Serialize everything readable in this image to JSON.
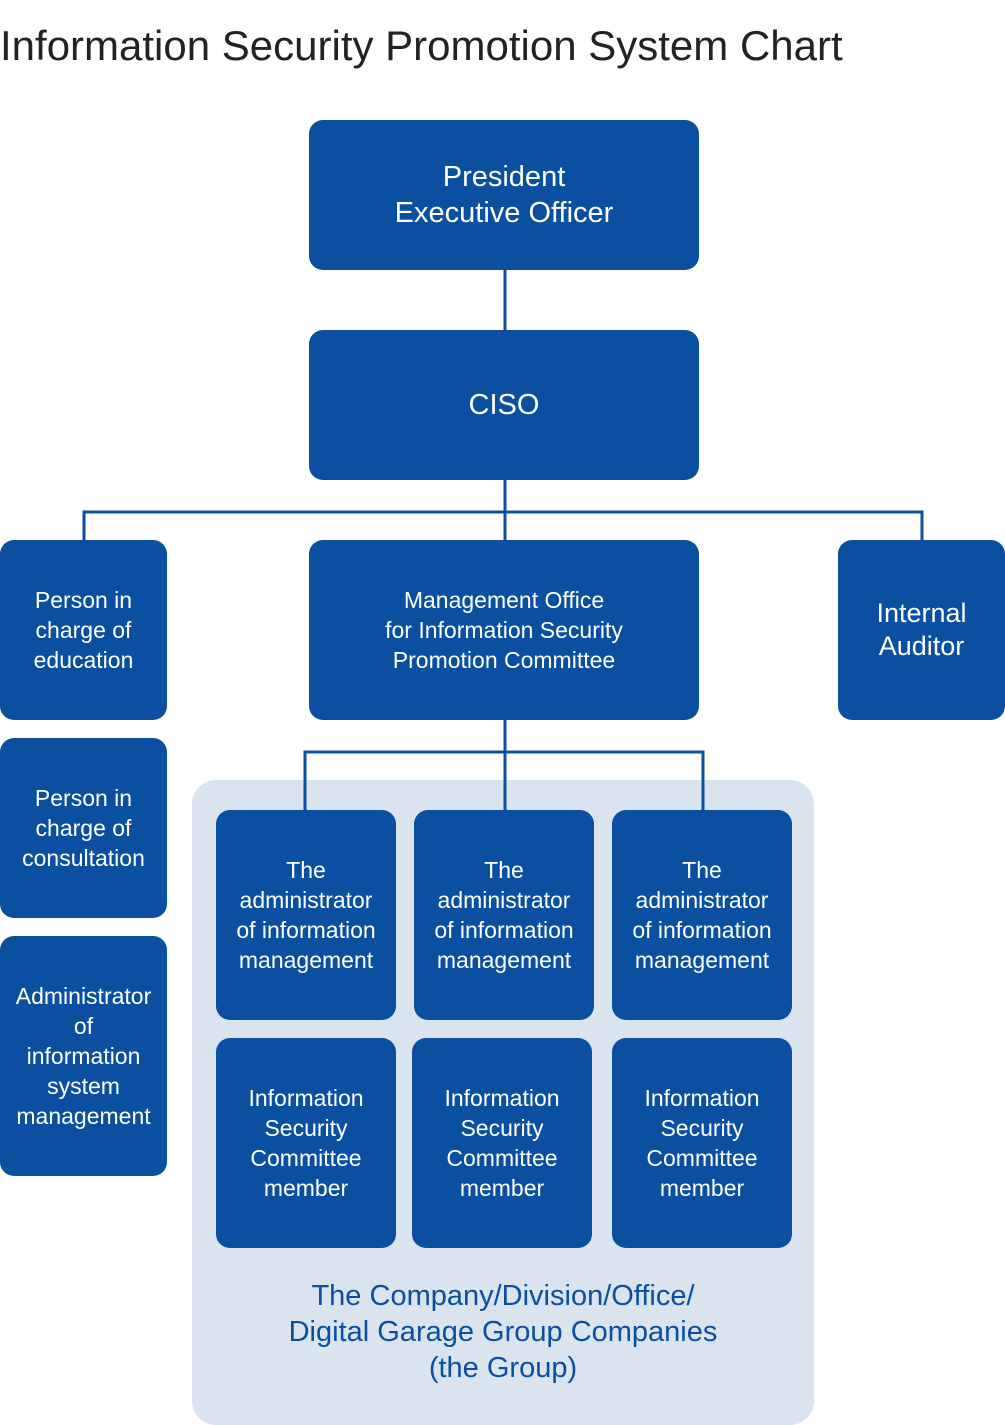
{
  "title": "Information Security Promotion System Chart",
  "colors": {
    "box": "#0a4fa0",
    "line": "#0a4fa0",
    "group_background": "#d9e4ef",
    "group_label": "#0a4fa0",
    "title": "#222222"
  },
  "nodes": {
    "president": {
      "lines": [
        "President",
        "Executive Officer"
      ]
    },
    "ciso": {
      "lines": [
        "CISO"
      ]
    },
    "education": {
      "lines": [
        "Person in",
        "charge of",
        "education"
      ]
    },
    "management_office": {
      "lines": [
        "Management Office",
        "for Information Security",
        "Promotion Committee"
      ]
    },
    "internal_auditor": {
      "lines": [
        "Internal",
        "Auditor"
      ]
    },
    "consultation": {
      "lines": [
        "Person in",
        "charge of",
        "consultation"
      ]
    },
    "system_admin": {
      "lines": [
        "Administrator",
        "of",
        "information",
        "system",
        "management"
      ]
    },
    "info_admins": [
      {
        "lines": [
          "The",
          "administrator",
          "of information",
          "management"
        ]
      },
      {
        "lines": [
          "The",
          "administrator",
          "of information",
          "management"
        ]
      },
      {
        "lines": [
          "The",
          "administrator",
          "of information",
          "management"
        ]
      }
    ],
    "committee_members": [
      {
        "lines": [
          "Information",
          "Security",
          "Committee",
          "member"
        ]
      },
      {
        "lines": [
          "Information",
          "Security",
          "Committee",
          "member"
        ]
      },
      {
        "lines": [
          "Information",
          "Security",
          "Committee",
          "member"
        ]
      }
    ]
  },
  "group": {
    "lines": [
      "The Company/Division/Office/",
      "Digital Garage Group Companies",
      "(the Group)"
    ]
  }
}
